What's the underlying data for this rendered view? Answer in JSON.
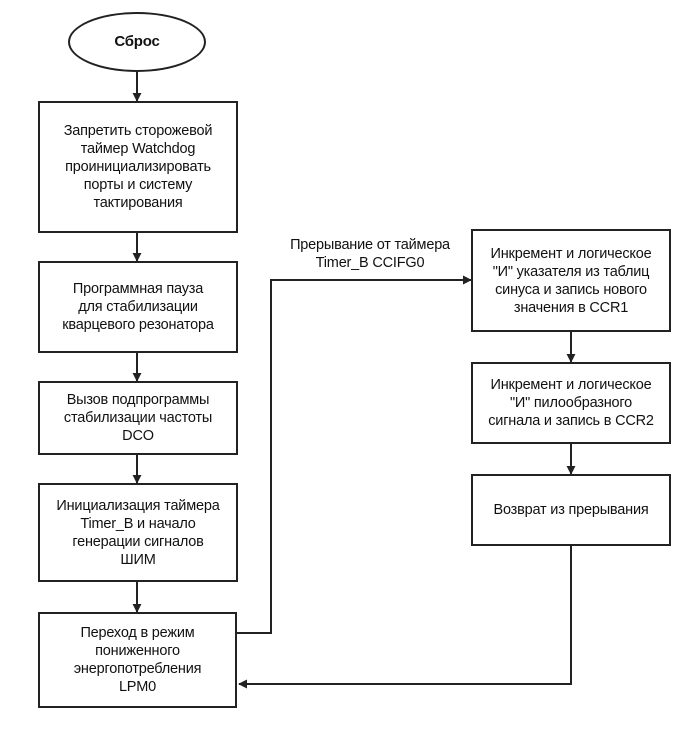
{
  "start": {
    "label": "Сброс"
  },
  "main_flow": [
    {
      "id": "disable-watchdog",
      "text": "Запретить сторожевой\nтаймер Watchdog\nпроинициализировать\nпорты и систему\nтактирования"
    },
    {
      "id": "crystal-pause",
      "text": "Программная пауза\nдля стабилизации\nкварцевого резонатора"
    },
    {
      "id": "dco-call",
      "text": "Вызов подпрограммы\nстабилизации частоты\nDCO"
    },
    {
      "id": "timer-init",
      "text": "Инициализация таймера\nTimer_B и начало\nгенерации сигналов\nШИМ"
    },
    {
      "id": "lpm0",
      "text": "Переход в режим\nпониженного\nэнергопотребления\nLPM0"
    }
  ],
  "interrupt": {
    "trigger_label": "Прерывание от таймера\nTimer_B  CCIFG0",
    "steps": [
      {
        "id": "sine-ccr1",
        "text": "Инкремент и логическое\n\"И\" указателя из таблиц\nсинуса и запись нового\nзначения в CCR1"
      },
      {
        "id": "saw-ccr2",
        "text": "Инкремент и логическое\n\"И\" пилообразного\nсигнала и запись в CCR2"
      },
      {
        "id": "return",
        "text": "Возврат из прерывания"
      }
    ]
  },
  "colors": {
    "line": "#222222",
    "background": "#ffffff"
  }
}
